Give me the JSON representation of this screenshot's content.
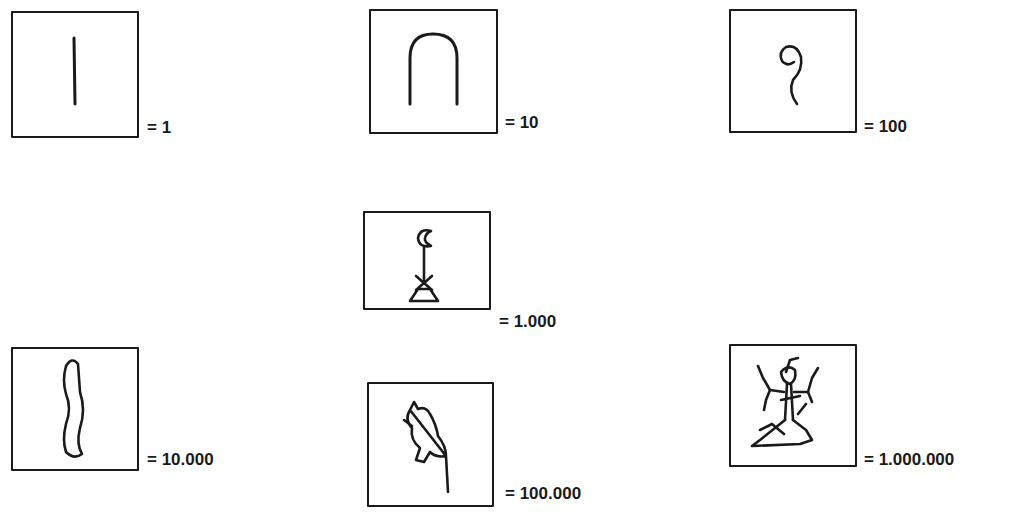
{
  "diagram": {
    "labels": [
      "= 1",
      "= 10",
      "= 100",
      "= 1.000",
      "= 10.000",
      "= 100.000",
      "= 1.000.000"
    ]
  }
}
